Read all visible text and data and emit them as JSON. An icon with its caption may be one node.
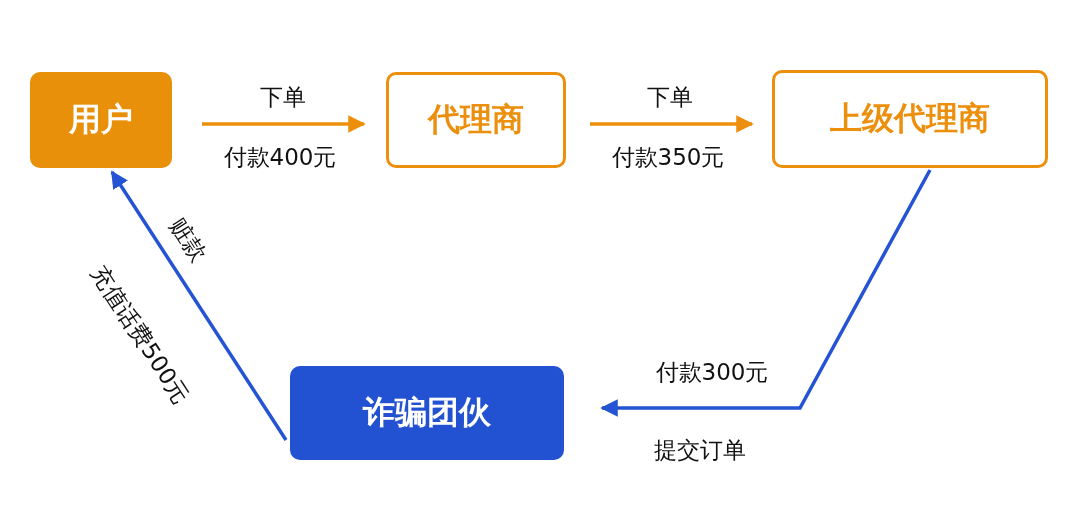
{
  "diagram": {
    "nodes": [
      {
        "text": [
          "用户"
        ]
      },
      {
        "text": [
          "代理商"
        ]
      },
      {
        "text": [
          "上级代理商"
        ]
      },
      {
        "text": [
          "诈骗团伙"
        ]
      }
    ],
    "edges": [
      {
        "from": 0,
        "to": 1,
        "arrow": "to",
        "label": "下单",
        "color": "#ec8f0c"
      },
      {
        "from": 1,
        "to": 2,
        "arrow": "to",
        "label": "下单",
        "color": "#ec8f0c"
      },
      {
        "from": 2,
        "to": 3,
        "arrow": "to",
        "label": "付款300元",
        "color": "#2453d4"
      },
      {
        "from": 3,
        "to": 0,
        "arrow": "to",
        "label": "赃款",
        "color": "#2453d4"
      }
    ],
    "labels": [
      "付款400元",
      "付款350元",
      "提交订单",
      "充值话费500元"
    ]
  }
}
